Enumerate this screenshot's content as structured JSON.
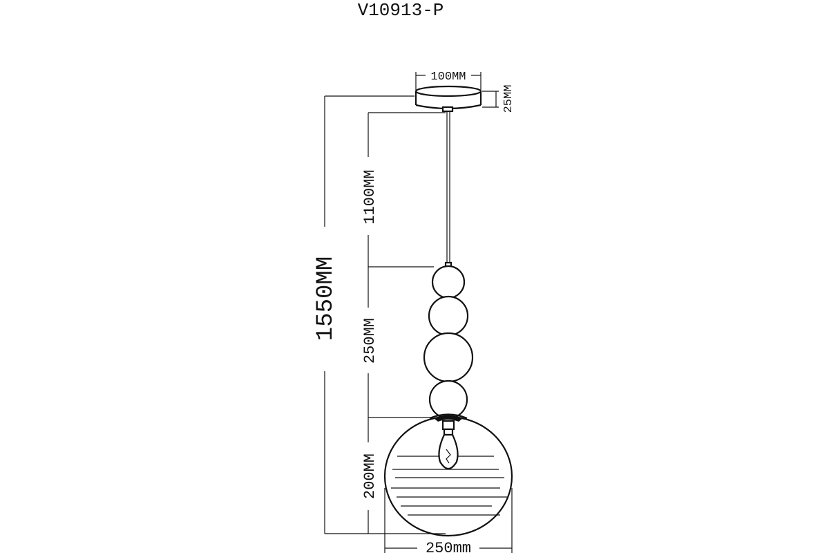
{
  "title": "V10913-P",
  "dimensions": {
    "canopy_width": "100MM",
    "canopy_height": "25MM",
    "total_height": "1550MM",
    "cable_length": "1100MM",
    "beads_height": "250MM",
    "shade_height": "200MM",
    "shade_width": "250mm"
  }
}
